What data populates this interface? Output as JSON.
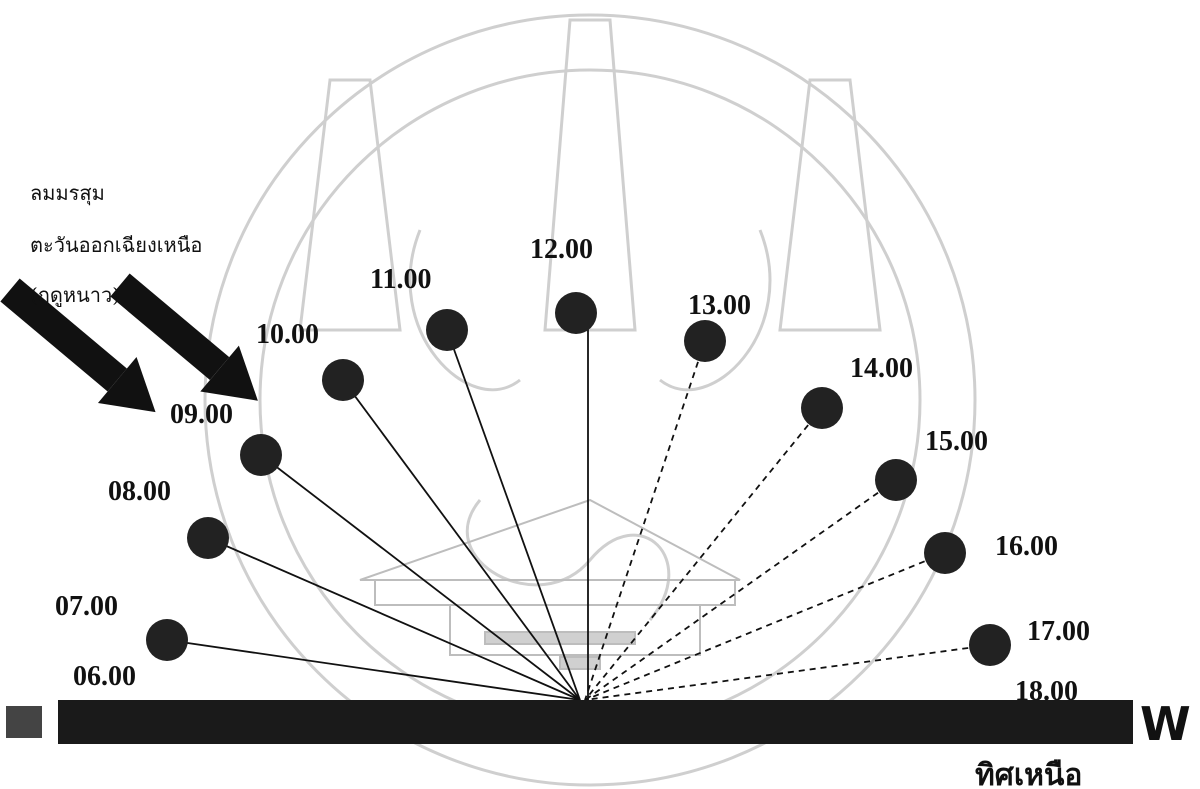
{
  "wind_note": {
    "line1": "ลมมรสุม",
    "line2": "ตะวันออกเฉียงเหนือ",
    "line3": "(ฤดูหนาว)"
  },
  "times": [
    "06.00",
    "07.00",
    "08.00",
    "09.00",
    "10.00",
    "11.00",
    "12.00",
    "13.00",
    "14.00",
    "15.00",
    "16.00",
    "17.00",
    "18.00"
  ],
  "ground": {
    "west_label": "W",
    "north_label": "ทิศเหนือ"
  },
  "colors": {
    "ink": "#111111",
    "watermark": "#cfcfcf"
  }
}
